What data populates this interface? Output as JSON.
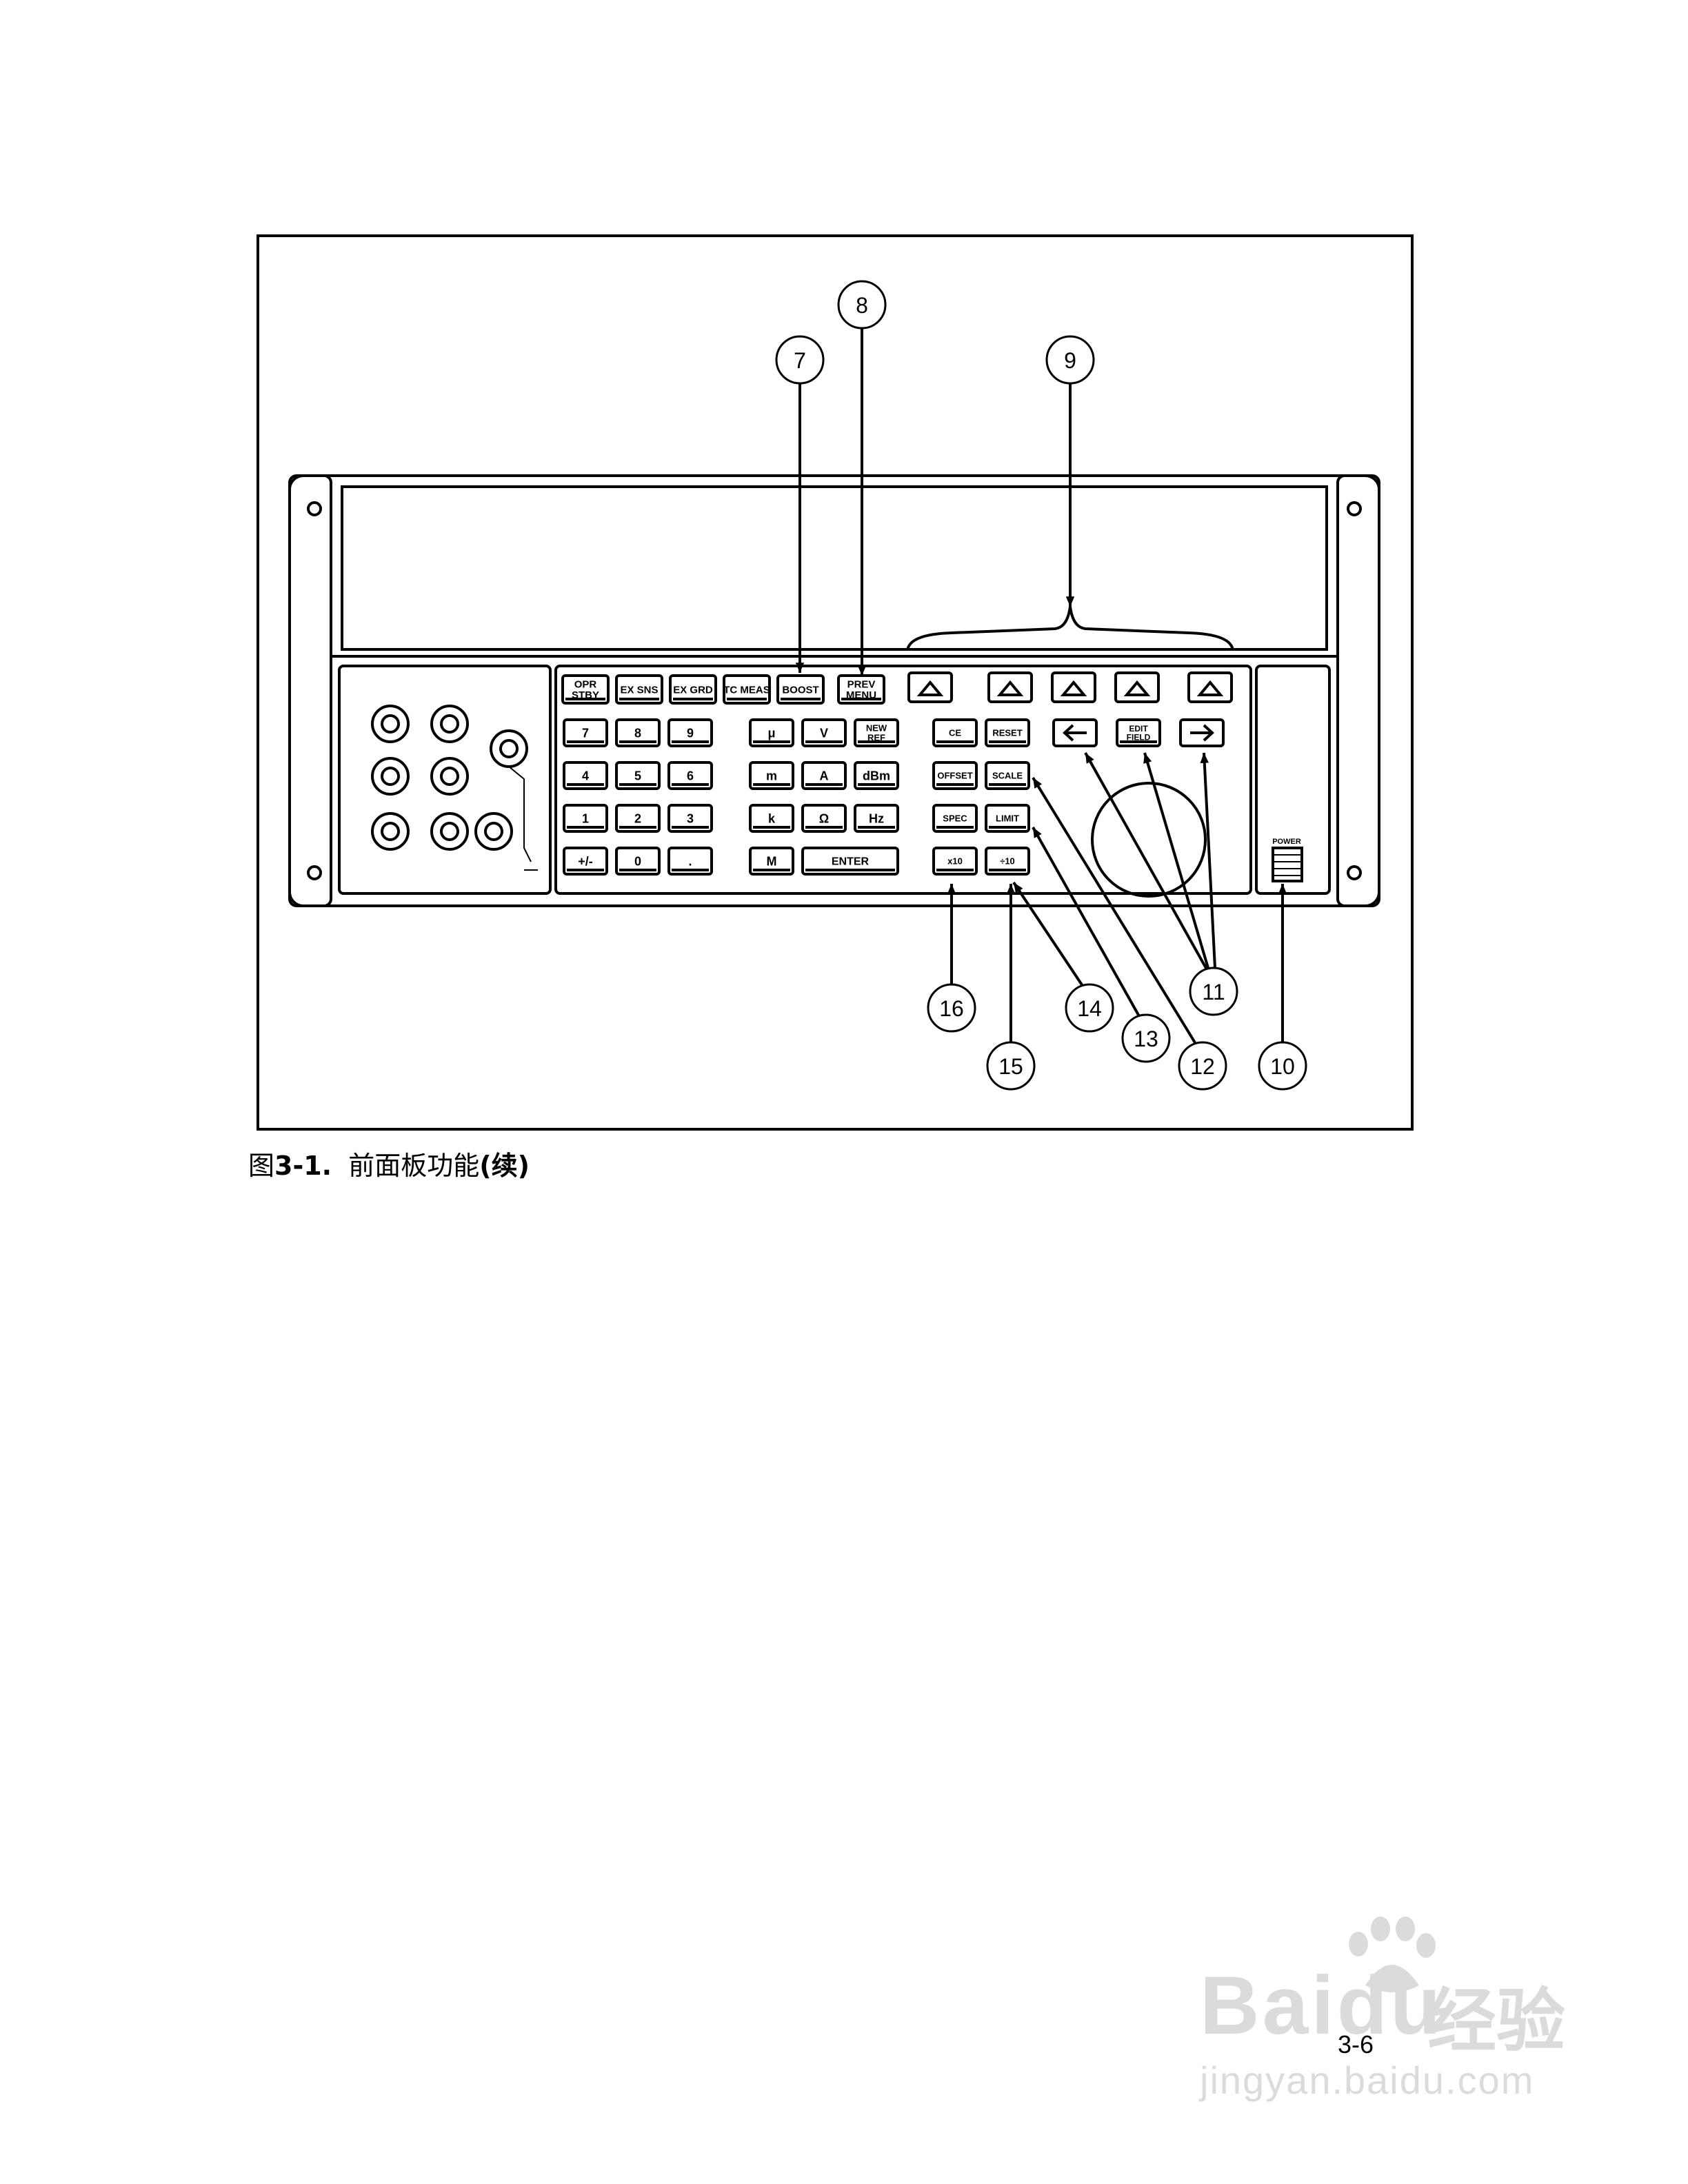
{
  "figure": {
    "caption_prefix": "图",
    "caption_number": "3-1.",
    "caption_title": "前面板功能",
    "caption_suffix": "(续)"
  },
  "keys": {
    "top_row": [
      "OPR\nSTBY",
      "EX SNS",
      "EX GRD",
      "TC MEAS",
      "BOOST",
      "PREV\nMENU"
    ],
    "numpad": [
      "7",
      "8",
      "9",
      "4",
      "5",
      "6",
      "1",
      "2",
      "3",
      "+/-",
      "0",
      "."
    ],
    "units": [
      "μ",
      "V",
      "NEW\nREF",
      "m",
      "A",
      "dBm",
      "k",
      "Ω",
      "Hz",
      "M",
      "ENTER"
    ],
    "functions": [
      "CE",
      "RESET",
      "OFFSET",
      "SCALE",
      "SPEC",
      "LIMIT",
      "x10",
      "÷10"
    ],
    "edit_field": "EDIT\nFIELD",
    "power_label": "POWER"
  },
  "callouts": [
    "7",
    "8",
    "9",
    "11",
    "16",
    "14",
    "15",
    "13",
    "12",
    "10"
  ],
  "page_number": "3-6",
  "watermark": {
    "brand": "Baidu",
    "brand_cn": "经验",
    "url": "jingyan.baidu.com"
  },
  "colors": {
    "ink": "#000000",
    "watermark": "#9a9a9a"
  }
}
